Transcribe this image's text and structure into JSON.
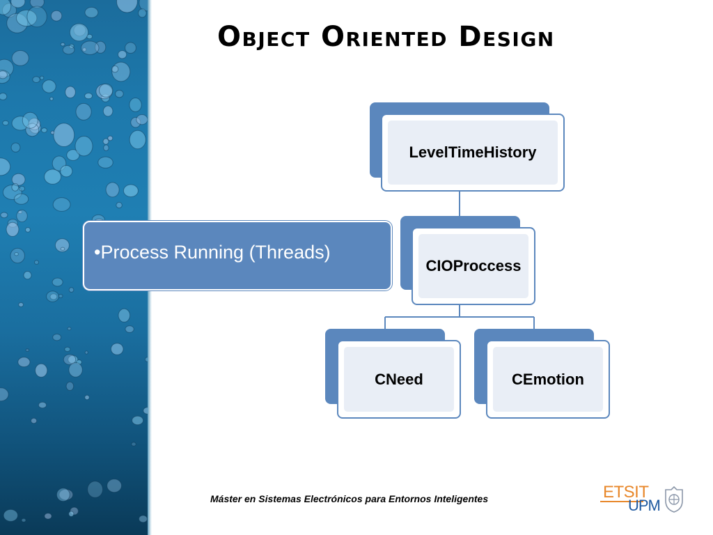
{
  "slide": {
    "title": "Object Oriented Design",
    "footer": "Máster en Sistemas Electrónicos para Entornos Inteligentes"
  },
  "callout": {
    "text": "•Process Running (Threads)"
  },
  "diagram": {
    "nodes": [
      {
        "id": "level",
        "label": "LevelTimeHistory"
      },
      {
        "id": "cio",
        "label": "CIOProccess"
      },
      {
        "id": "need",
        "label": "CNeed"
      },
      {
        "id": "emotion",
        "label": "CEmotion"
      }
    ],
    "edges": [
      {
        "from": "level",
        "to": "cio"
      },
      {
        "from": "cio",
        "to": "need"
      },
      {
        "from": "cio",
        "to": "emotion"
      }
    ]
  },
  "logo": {
    "etsit": "ETSIT",
    "upm": "UPM"
  },
  "colors": {
    "node_fill": "#5b87bd",
    "node_inner": "#e9eef6",
    "title": "#000000",
    "logo_orange": "#e8872a",
    "logo_blue": "#1f5aa0"
  }
}
